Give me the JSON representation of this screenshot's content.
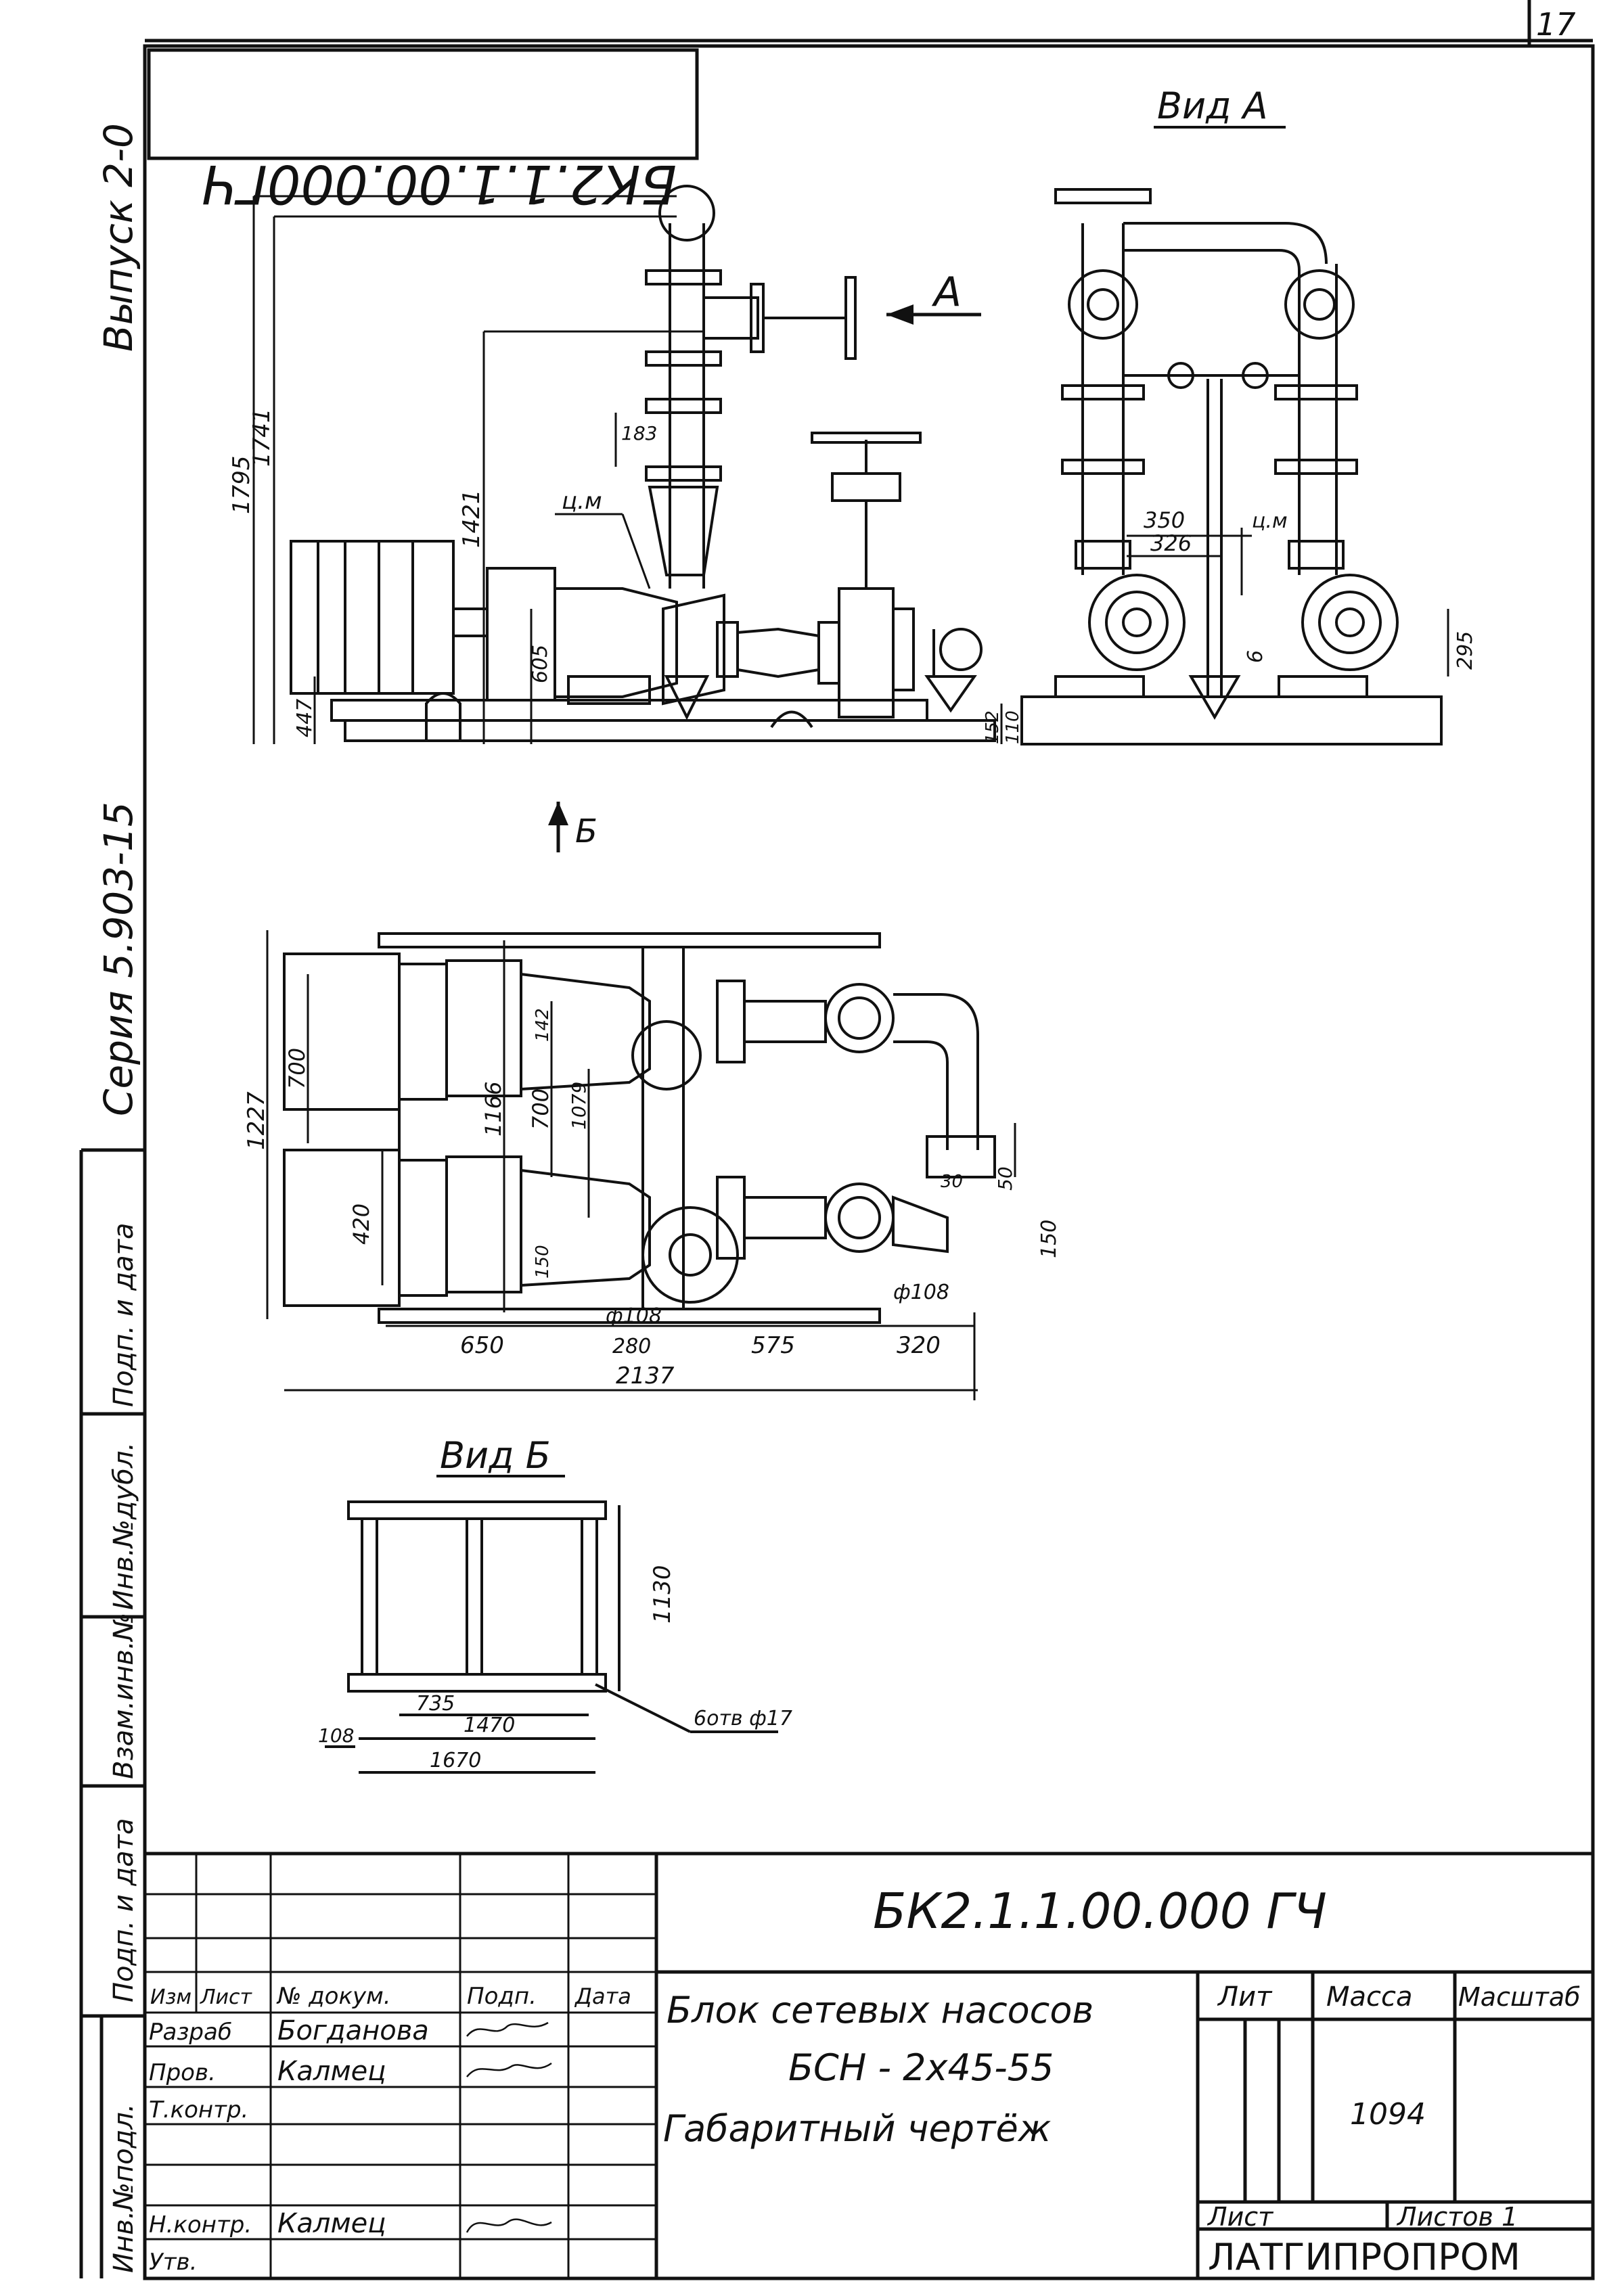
{
  "sheet": {
    "sheet_number": "17",
    "series": "Серия 5.903-15",
    "issue": "Выпуск 2-0",
    "mirrored_code": "БК2.1.1.00.000ГЧ"
  },
  "views": {
    "view_a_label": "Вид А",
    "view_b_label": "Вид Б",
    "arrow_a": "A",
    "arrow_b": "Б"
  },
  "dimensions": {
    "front": [
      "1795",
      "1741",
      "1421",
      "183",
      "ц.м",
      "605",
      "447",
      "152",
      "110"
    ],
    "side": [
      "350",
      "326",
      "ц.м",
      "6",
      "295"
    ],
    "plan": [
      "1227",
      "700",
      "420",
      "1166",
      "700",
      "1079",
      "142",
      "150",
      "30",
      "50",
      "150",
      "ф108",
      "ф108",
      "280",
      "650",
      "575",
      "320",
      "2137"
    ],
    "frame": [
      "1130",
      "735",
      "1470",
      "1670",
      "108",
      "6отв ф17"
    ]
  },
  "title_block": {
    "doc_code": "БК2.1.1.00.000 ГЧ",
    "title_line1": "Блок сетевых насосов",
    "title_line2": "БСН - 2х45-55",
    "title_line3": "Габаритный чертёж",
    "headers": [
      "Изм",
      "Лист",
      "№ докум.",
      "Подп.",
      "Дата"
    ],
    "roles": [
      "Разраб",
      "Пров.",
      "Т.контр.",
      "",
      "Н.контр.",
      "Утв."
    ],
    "names": [
      "Богданова",
      "Калмец",
      "",
      "",
      "Калмец",
      ""
    ],
    "lit_label": "Лит",
    "mass_label": "Масса",
    "scale_label": "Масштаб",
    "mass_value": "1094",
    "sheet_label": "Лист",
    "sheets_label": "Листов 1",
    "organization": "ЛАТГИПРОПРОМ"
  },
  "side_strip": [
    "Инв.№подл.",
    "Подп. и дата",
    "Взам.инв.№",
    "Инв.№дубл.",
    "Подп. и дата"
  ]
}
